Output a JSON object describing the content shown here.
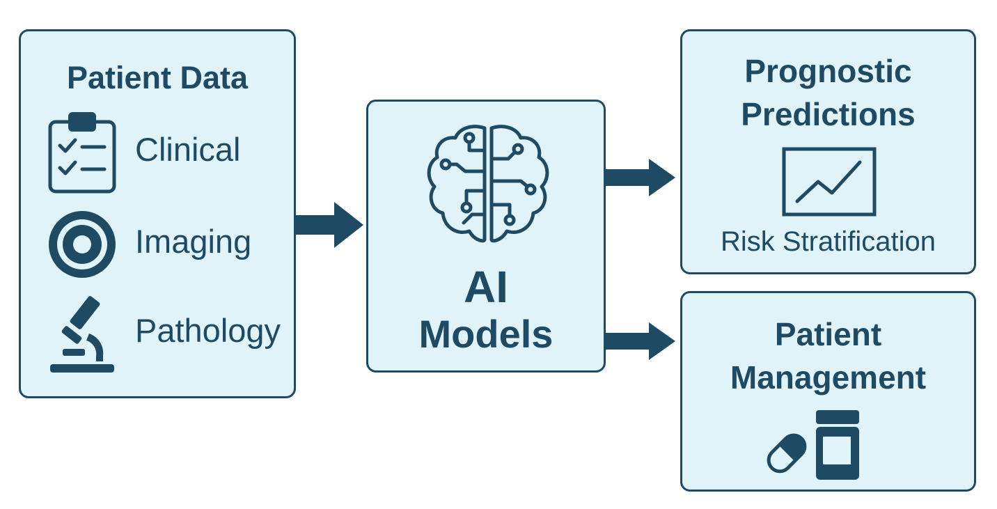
{
  "input": {
    "title": "Patient Data",
    "items": [
      {
        "label": "Clinical",
        "icon": "clipboard-checklist-icon"
      },
      {
        "label": "Imaging",
        "icon": "concentric-circle-scan-icon"
      },
      {
        "label": "Pathology",
        "icon": "microscope-icon"
      }
    ]
  },
  "model": {
    "title_line1": "AI",
    "title_line2": "Models",
    "icon": "brain-circuit-icon"
  },
  "outputs": {
    "prognostic": {
      "title_line1": "Prognostic",
      "title_line2": "Predictions",
      "sub_label": "Risk Stratification",
      "icon": "line-chart-icon"
    },
    "management": {
      "title_line1": "Patient",
      "title_line2": "Management",
      "icon": "pill-bottle-icon"
    }
  },
  "colors": {
    "ink": "#1f4a63",
    "box_fill": "#dff3f9",
    "background": "#ffffff"
  }
}
